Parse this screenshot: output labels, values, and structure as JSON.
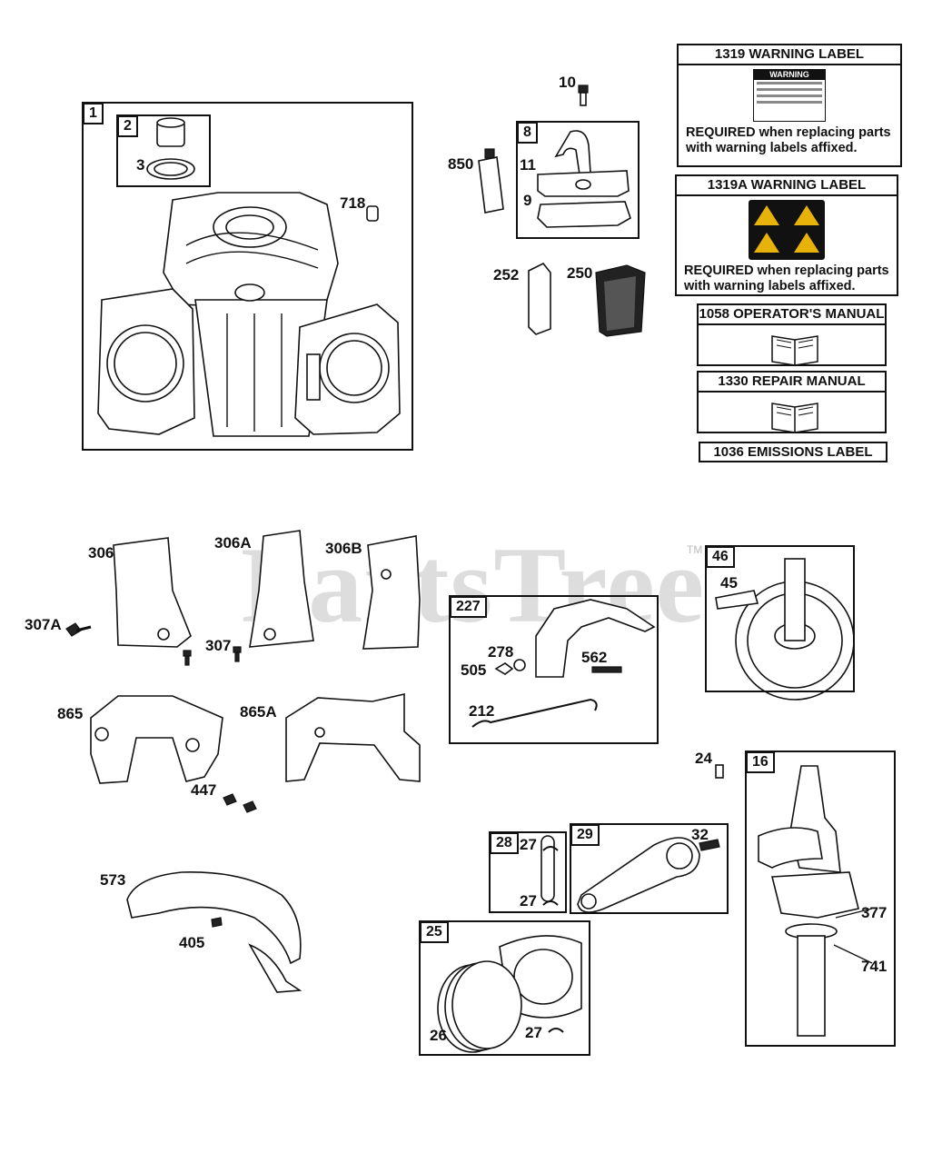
{
  "watermark": "PartsTree",
  "watermark_tm": "TM",
  "boxes": {
    "b1": "1",
    "b2": "2",
    "b8": "8",
    "b227": "227",
    "b46": "46",
    "b16": "16",
    "b28": "28",
    "b29": "29",
    "b25": "25"
  },
  "labels": {
    "p3": "3",
    "p718": "718",
    "p10": "10",
    "p850": "850",
    "p11": "11",
    "p9": "9",
    "p252": "252",
    "p250": "250",
    "p306": "306",
    "p306A": "306A",
    "p306B": "306B",
    "p307A": "307A",
    "p307": "307",
    "p865": "865",
    "p865A": "865A",
    "p447": "447",
    "p573": "573",
    "p405": "405",
    "p278": "278",
    "p505": "505",
    "p562": "562",
    "p212": "212",
    "p45": "45",
    "p24": "24",
    "p27a": "27",
    "p27b": "27",
    "p32": "32",
    "p26": "26",
    "p27c": "27",
    "p377": "377",
    "p741": "741"
  },
  "docs": {
    "w1319": {
      "title": "1319 WARNING LABEL",
      "sticker_title": "WARNING",
      "note": "REQUIRED when replacing parts with warning labels affixed."
    },
    "w1319A": {
      "title": "1319A WARNING LABEL",
      "note": "REQUIRED when replacing parts with warning labels affixed."
    },
    "m1058": {
      "title": "1058 OPERATOR'S MANUAL"
    },
    "m1330": {
      "title": "1330 REPAIR MANUAL"
    },
    "e1036": {
      "title": "1036 EMISSIONS LABEL"
    }
  },
  "colors": {
    "line": "#111111",
    "hazard_yellow": "#e7b20a",
    "hazard_bg": "#111111"
  }
}
